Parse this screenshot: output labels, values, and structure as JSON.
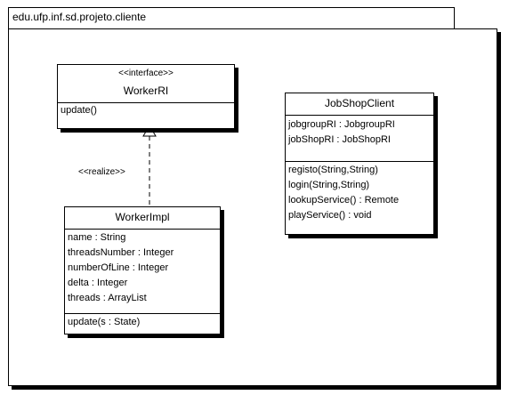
{
  "package": {
    "name": "edu.ufp.inf.sd.projeto.cliente"
  },
  "interface_worker": {
    "stereotype": "<<interface>>",
    "name": "WorkerRI",
    "methods": [
      "update()"
    ]
  },
  "worker_impl": {
    "name": "WorkerImpl",
    "attributes": [
      "name : String",
      "threadsNumber : Integer",
      "numberOfLine : Integer",
      "delta : Integer",
      "threads : ArrayList"
    ],
    "methods": [
      "update(s : State)"
    ]
  },
  "jobshop_client": {
    "name": "JobShopClient",
    "attributes": [
      "jobgroupRI : JobgroupRI",
      "jobShopRI : JobShopRI"
    ],
    "methods": [
      "registo(String,String)",
      "login(String,String)",
      "lookupService() : Remote",
      "playService() : void"
    ]
  },
  "relation": {
    "label": "<<realize>>",
    "type": "realization"
  }
}
